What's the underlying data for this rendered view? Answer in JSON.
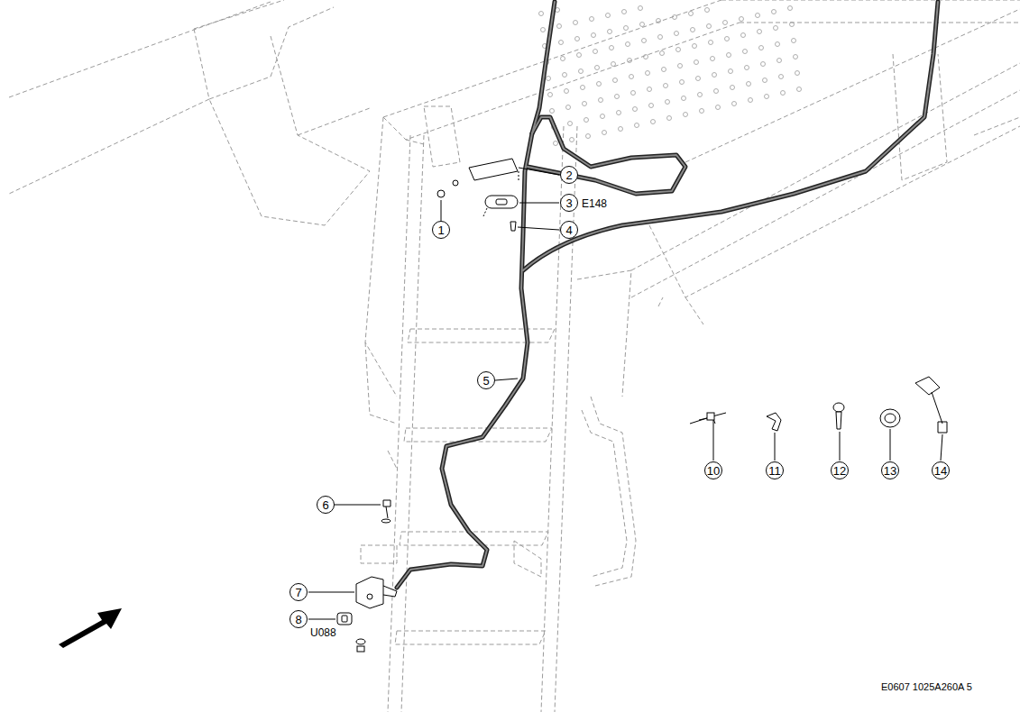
{
  "diagram": {
    "labels": [
      "2",
      "3",
      "E148",
      "1",
      "4",
      "5",
      "6",
      "7",
      "8",
      "U088",
      "10",
      "11",
      "12",
      "13",
      "14",
      "E0607 1025A260A 5"
    ]
  }
}
